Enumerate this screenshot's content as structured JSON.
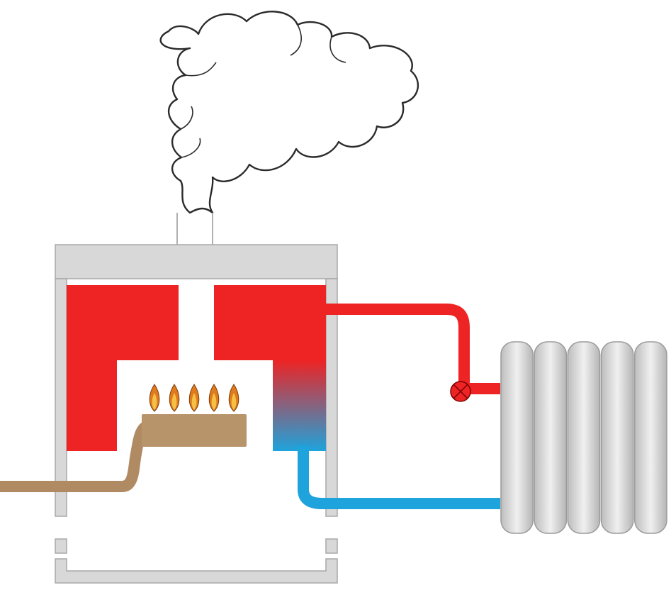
{
  "diagram": {
    "type": "boiler-heating-system",
    "components": {
      "smoke_cloud": "cloud-icon",
      "flue": "flue-pipe",
      "boiler": "boiler-casing",
      "hot_water_jacket": "heat-exchanger",
      "burner": "gas-burner",
      "gas_supply": "gas-pipe",
      "flow_pipe": "hot-flow-pipe",
      "pump": "pump-icon",
      "radiator": "radiator",
      "return_pipe": "cold-return-pipe"
    },
    "burner_flame_count": 5,
    "radiator_column_count": 5
  },
  "colors": {
    "hot_water": "#ee2323",
    "cold_water": "#1ea3dc",
    "gas_pipe": "#b08a63",
    "burner": "#b8946b",
    "casing": "#d8d8d8",
    "casing_stroke": "#a8a8a8",
    "radiator": "#d2d2d2",
    "radiator_stroke": "#9a9a9a",
    "flame_outer": "#e07a1c",
    "flame_inner": "#f4c045",
    "cloud_stroke": "#2b2b2b"
  }
}
